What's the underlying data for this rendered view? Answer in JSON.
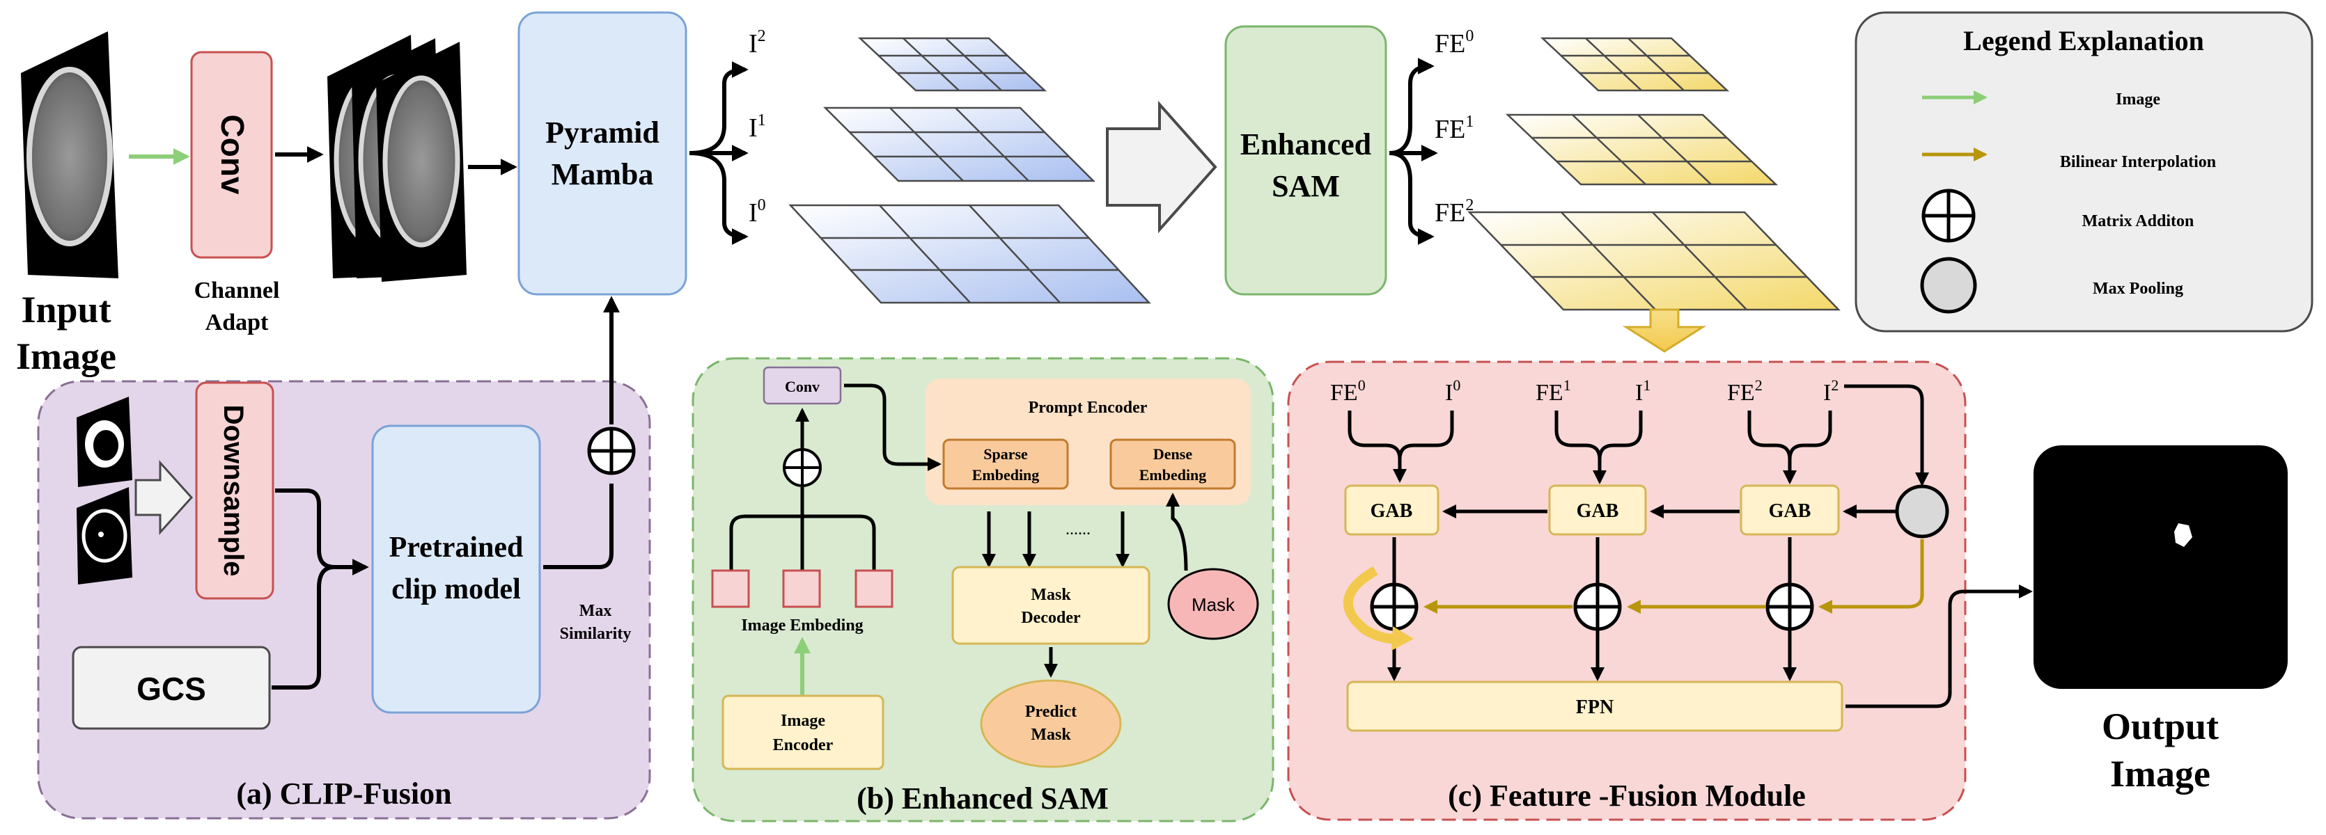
{
  "input": {
    "label_line1": "Input",
    "label_line2": "Image"
  },
  "conv": {
    "label": "Conv",
    "caption_line1": "Channel",
    "caption_line2": "Adapt"
  },
  "pyramid": {
    "line1": "Pyramid",
    "line2": "Mamba"
  },
  "pyramid_outputs": {
    "i2_base": "I",
    "i2_sup": "2",
    "i1_base": "I",
    "i1_sup": "1",
    "i0_base": "I",
    "i0_sup": "0"
  },
  "enhanced_sam_box": {
    "line1": "Enhanced",
    "line2": "SAM"
  },
  "sam_outputs": {
    "fe0_base": "FE",
    "fe0_sup": "0",
    "fe1_base": "FE",
    "fe1_sup": "1",
    "fe2_base": "FE",
    "fe2_sup": "2"
  },
  "legend": {
    "title": "Legend Explanation",
    "image": "Image",
    "bilinear": "Bilinear Interpolation",
    "matrix": "Matrix Additon",
    "maxpool": "Max Pooling"
  },
  "clip": {
    "downsample": "Downsample",
    "pretrained_line1": "Pretrained",
    "pretrained_line2": "clip model",
    "gcs": "GCS",
    "max_line1": "Max",
    "max_line2": "Similarity",
    "title": "(a) CLIP-Fusion"
  },
  "sam": {
    "conv": "Conv",
    "prompt_encoder": "Prompt Encoder",
    "sparse_line1": "Sparse",
    "sparse_line2": "Embeding",
    "dense_line1": "Dense",
    "dense_line2": "Embeding",
    "dots": "......",
    "image_embeding": "Image Embeding",
    "mask_decoder_line1": "Mask",
    "mask_decoder_line2": "Decoder",
    "mask": "Mask",
    "image_encoder_line1": "Image",
    "image_encoder_line2": "Encoder",
    "predict_line1": "Predict",
    "predict_line2": "Mask",
    "title": "(b) Enhanced SAM"
  },
  "ffm": {
    "fe0_base": "FE",
    "fe0_sup": "0",
    "i0_base": "I",
    "i0_sup": "0",
    "fe1_base": "FE",
    "fe1_sup": "1",
    "i1_base": "I",
    "i1_sup": "1",
    "fe2_base": "FE",
    "fe2_sup": "2",
    "i2_base": "I",
    "i2_sup": "2",
    "gab": "GAB",
    "fpn": "FPN",
    "title": "(c) Feature -Fusion  Module"
  },
  "output": {
    "label_line1": "Output",
    "label_line2": "Image"
  },
  "colors": {
    "green_arrow": "#8dce78",
    "gold_arrow": "#b8960b",
    "clip_bg": "#e4d6ea",
    "sam_bg": "#d9ead1",
    "ffm_bg": "#f8d7d6",
    "blue_box": "#dce9f8",
    "pink_box": "#f8d3d3",
    "yellow_box": "#fff2cc",
    "orange_box": "#f9cb9c",
    "legend_bg": "#eeeeee"
  }
}
